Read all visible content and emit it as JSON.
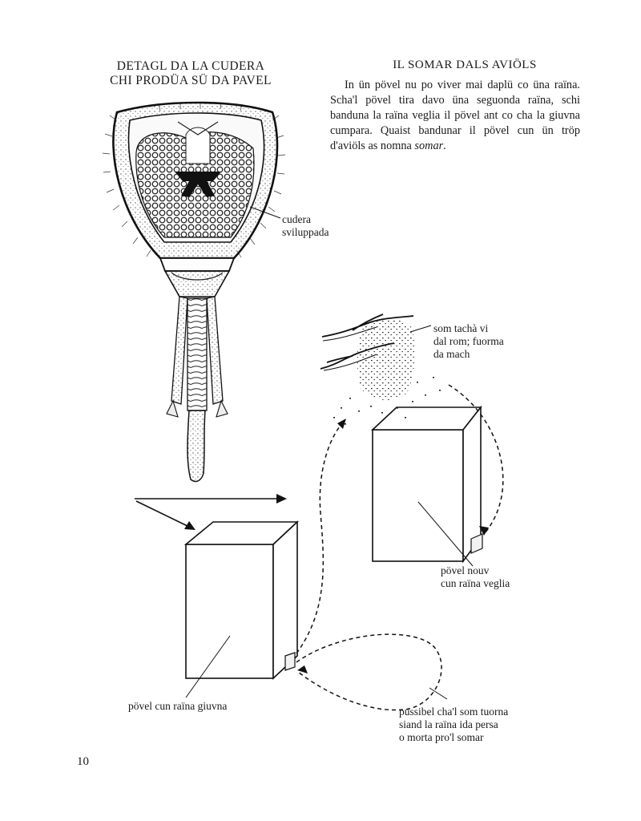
{
  "header": {
    "left_title": [
      "DETAGL DA LA CUDERA",
      "CHI PRODÜA SÜ DA PAVEL"
    ],
    "right_title": "IL SOMAR DALS AVIÖLS"
  },
  "paragraph": {
    "main": "In ün pövel nu po viver mai daplü co üna raïna. Scha'l pövel tira davo üna seguonda raïna, schi banduna la raïna veglia il pövel ant co cha la giuvna cumpara. Quaist bandunar il pövel cun ün tröp d'aviöls as nomna ",
    "emph": "somar",
    "end": "."
  },
  "labels": {
    "cudera": [
      "cudera",
      "sviluppada"
    ],
    "swarm": [
      "som tachà vi",
      "dal rom; fuorma",
      "da mach"
    ],
    "new_hive": [
      "pövel nouv",
      "cun raïna veglia"
    ],
    "old_hive": "pövel cun raïna giuvna",
    "return": [
      "pussibel cha'l som tuorna",
      "siand la raïna ida persa",
      "o morta pro'l somar"
    ]
  },
  "page_number": "10"
}
